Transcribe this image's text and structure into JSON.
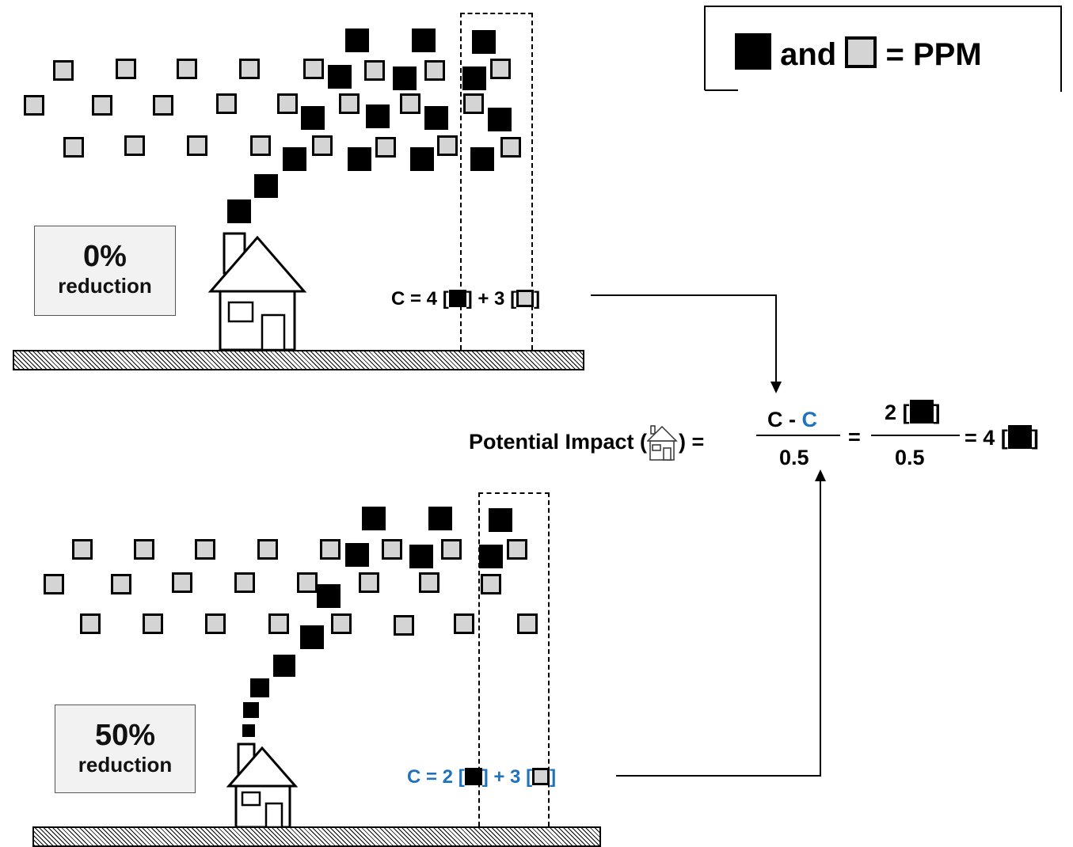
{
  "legend": {
    "connector": "and",
    "equals_text": "= PPM"
  },
  "top_scene": {
    "reduction_value": "0%",
    "reduction_label": "reduction",
    "equation": {
      "prefix": "C = 4 [",
      "middle": "] + 3 [",
      "suffix": "]",
      "color": "#000000"
    }
  },
  "bottom_scene": {
    "reduction_value": "50%",
    "reduction_label": "reduction",
    "equation": {
      "prefix": "C = 2 [",
      "middle": "] + 3 [",
      "suffix": "]",
      "color": "#1f72bd"
    }
  },
  "formula": {
    "lead_text": "Potential Impact (",
    "lead_close": ") =",
    "numerator_c": "C",
    "numerator_minus": " - ",
    "numerator_c_reduced": "C",
    "denominator": "0.5",
    "equals_1": "=",
    "frac2_numerator_prefix": "2 [",
    "frac2_numerator_suffix": "]",
    "frac2_denominator": "0.5",
    "result_prefix": "= 4 [",
    "result_suffix": "]",
    "reduced_color": "#1f72bd",
    "house_icon": "house-icon"
  },
  "colors": {
    "emission_black": "#000000",
    "background_gray": "#d4d4d4",
    "label_box_bg": "#f2f2f2"
  }
}
